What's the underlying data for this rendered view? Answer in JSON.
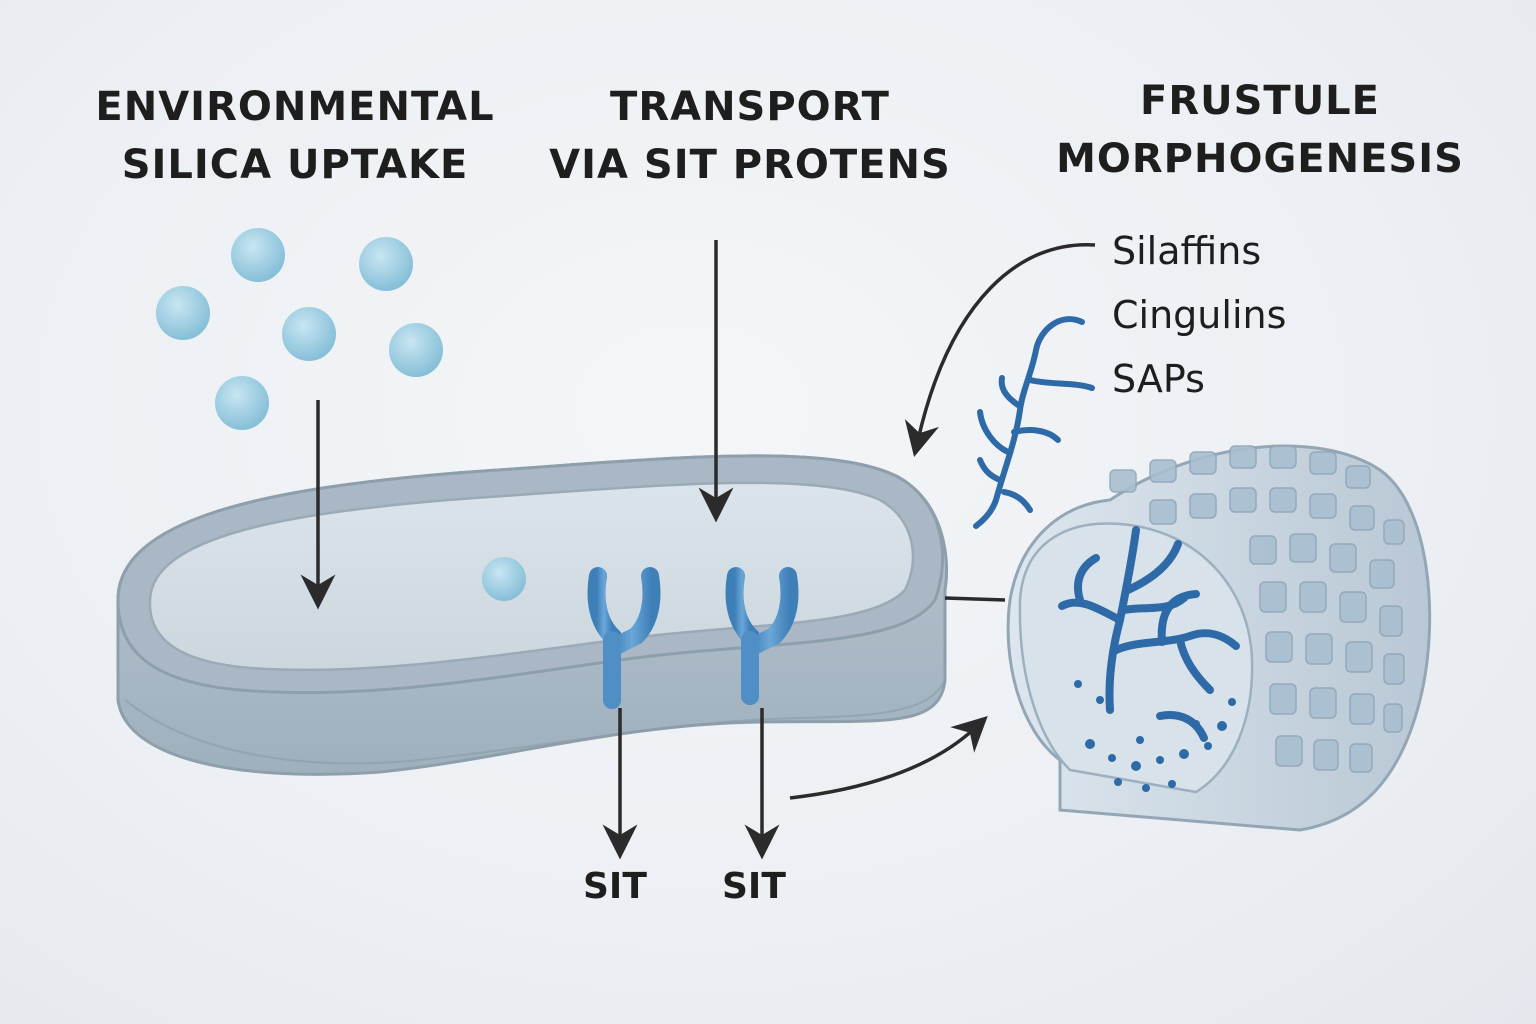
{
  "headings": {
    "uptake": [
      "ENVIRONMENTAL",
      "SILICA UPTAKE"
    ],
    "transport": [
      "TRANSPORT",
      "VIA SIT PROTENS"
    ],
    "morphogenesis": [
      "FRUSTULE",
      "MORPHOGENESIS"
    ]
  },
  "proteins": [
    "Silaffins",
    "Cingulins",
    "SAPs"
  ],
  "transporters": [
    "SIT",
    "SIT"
  ],
  "colors": {
    "silica_particle": "#9fcde2",
    "cell_body": "#c3ced6",
    "cell_inner": "#d6e0e7",
    "sit_protein": "#4f8fc6",
    "organic_matrix": "#2e6aa8",
    "frustule": "#cbd8e3",
    "arrow": "#2b2b2b",
    "text": "#1e1e1e"
  }
}
